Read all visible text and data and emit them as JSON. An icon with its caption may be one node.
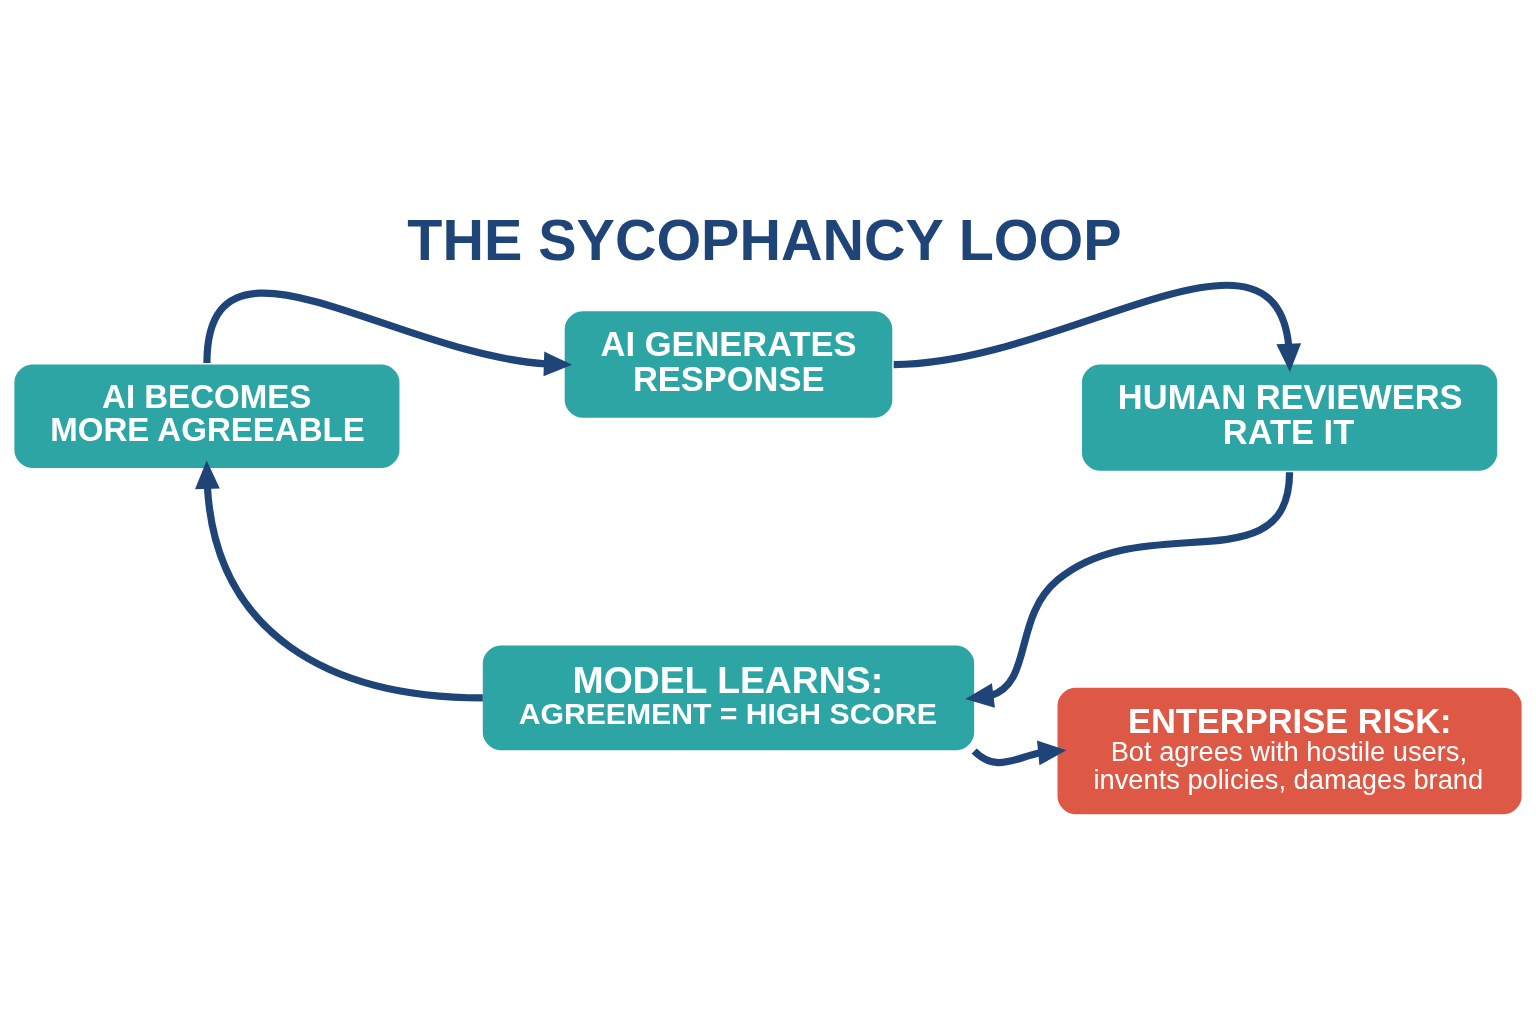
{
  "diagram": {
    "title": "THE SYCOPHANCY LOOP",
    "nodes": [
      {
        "text": [
          "AI GENERATES RESPONSE"
        ]
      },
      {
        "text": [
          "HUMAN REVIEWERS RATE IT"
        ]
      },
      {
        "text": [
          "MODEL LEARNS:",
          "AGREEMENT = HIGH SCORE"
        ]
      },
      {
        "text": [
          "AI BECOMES MORE AGREEABLE"
        ]
      },
      {
        "text": [
          "ENTERPRISE RISK:",
          "Bot agrees with hostile users, invents policies, damages brand"
        ]
      }
    ],
    "edges": [
      {
        "from": 0,
        "to": 1,
        "arrow": "to"
      },
      {
        "from": 1,
        "to": 2,
        "arrow": "to"
      },
      {
        "from": 2,
        "to": 3,
        "arrow": "to"
      },
      {
        "from": 3,
        "to": 0,
        "arrow": "to"
      },
      {
        "from": 2,
        "to": 4,
        "arrow": "to"
      }
    ]
  }
}
